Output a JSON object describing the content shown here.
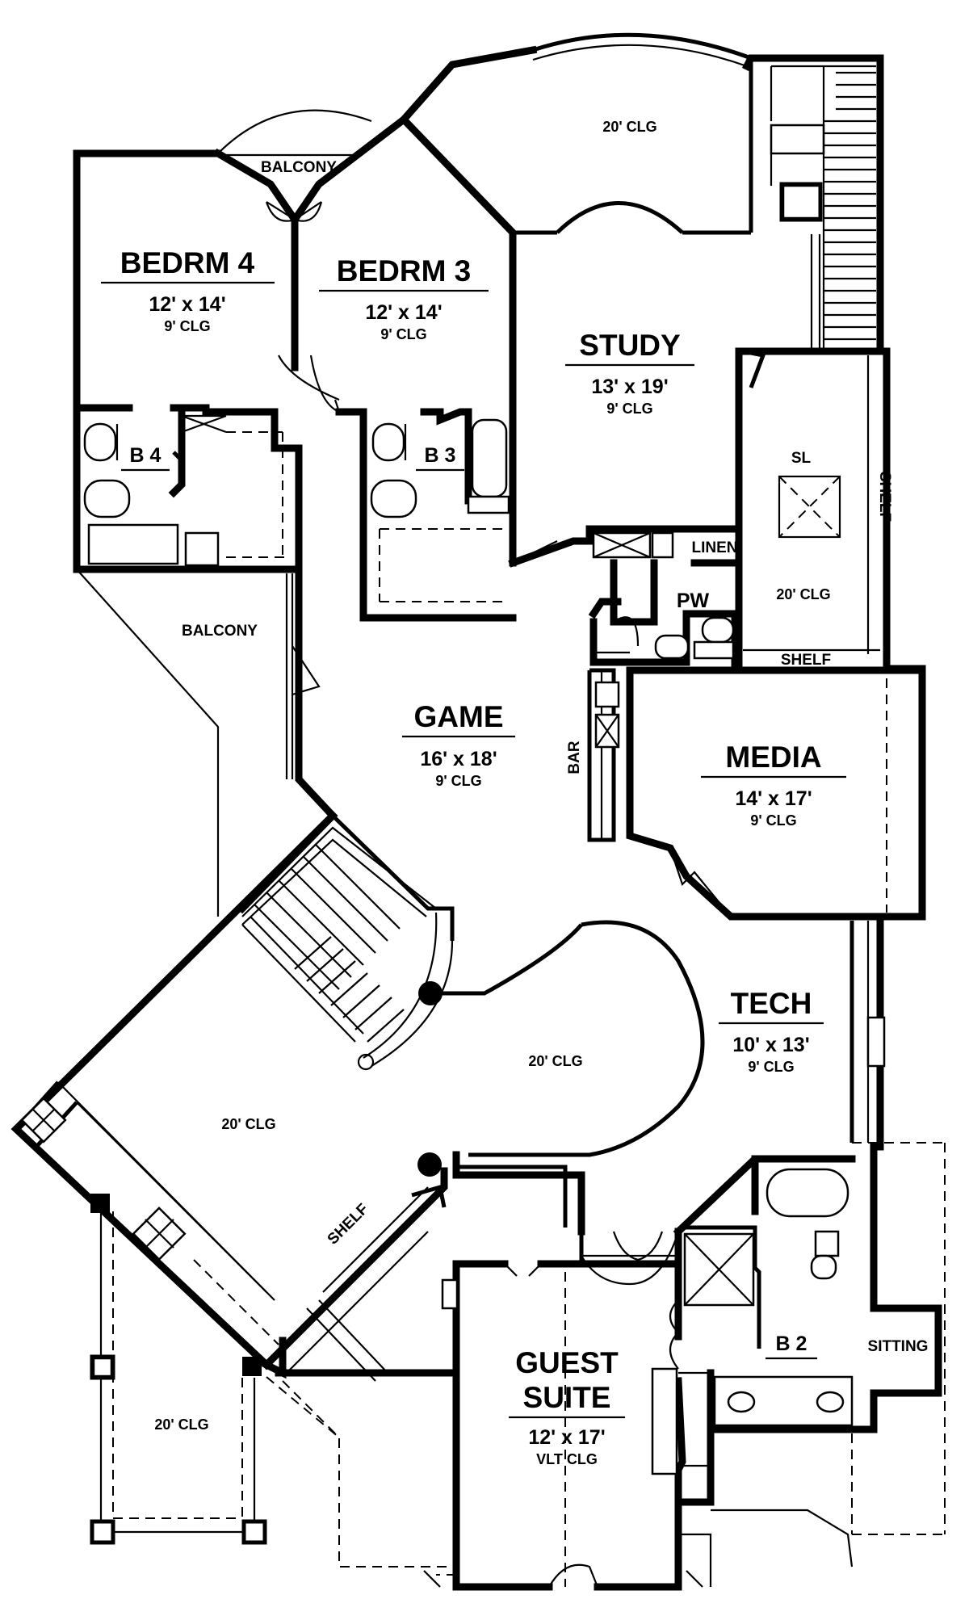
{
  "rooms": {
    "bedrm4": {
      "name": "BEDRM 4",
      "dims": "12' x 14'",
      "clg": "9' CLG"
    },
    "bedrm3": {
      "name": "BEDRM 3",
      "dims": "12' x 14'",
      "clg": "9' CLG"
    },
    "study": {
      "name": "STUDY",
      "dims": "13' x 19'",
      "clg": "9' CLG"
    },
    "game": {
      "name": "GAME",
      "dims": "16' x 18'",
      "clg": "9' CLG"
    },
    "media": {
      "name": "MEDIA",
      "dims": "14' x 17'",
      "clg": "9' CLG"
    },
    "tech": {
      "name": "TECH",
      "dims": "10' x 13'",
      "clg": "9' CLG"
    },
    "guest": {
      "name1": "GUEST",
      "name2": "SUITE",
      "dims": "12' x 17'",
      "clg": "VLT CLG"
    }
  },
  "labels": {
    "b4": "B 4",
    "b3": "B 3",
    "b2": "B 2",
    "pw": "PW",
    "linen": "LINEN",
    "bar": "BAR",
    "sl": "SL",
    "shelf": "SHELF",
    "sitting": "SITTING",
    "balcony": "BALCONY",
    "clg20": "20' CLG"
  }
}
